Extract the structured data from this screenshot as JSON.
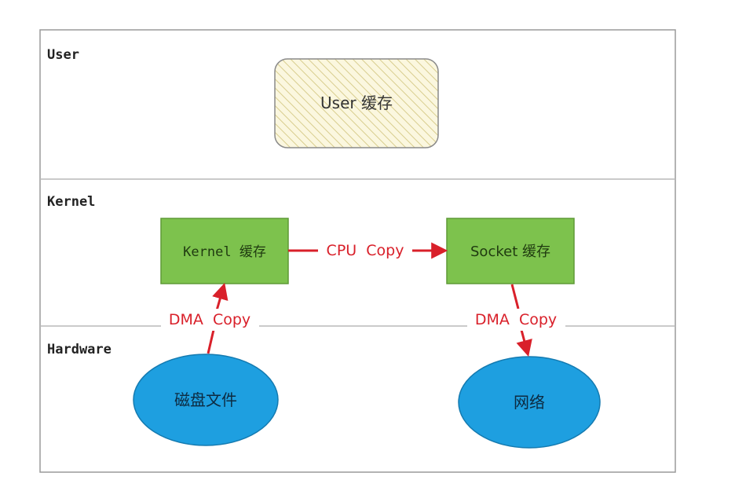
{
  "layers": {
    "user": "User",
    "kernel": "Kernel",
    "hardware": "Hardware"
  },
  "nodes": {
    "user_buffer": "User 缓存",
    "kernel_buffer": "Kernel 缓存",
    "socket_buffer": "Socket 缓存",
    "disk_file": "磁盘文件",
    "network": "网络"
  },
  "edges": {
    "cpu_copy": "CPU  Copy",
    "dma_copy_left": "DMA  Copy",
    "dma_copy_right": "DMA  Copy"
  },
  "colors": {
    "green_box": "#7dc24d",
    "ellipse": "#1e9fe0",
    "arrow": "#d9202a",
    "hatch_bg": "#fbf7df",
    "hatch_line": "#d8cd8e"
  }
}
